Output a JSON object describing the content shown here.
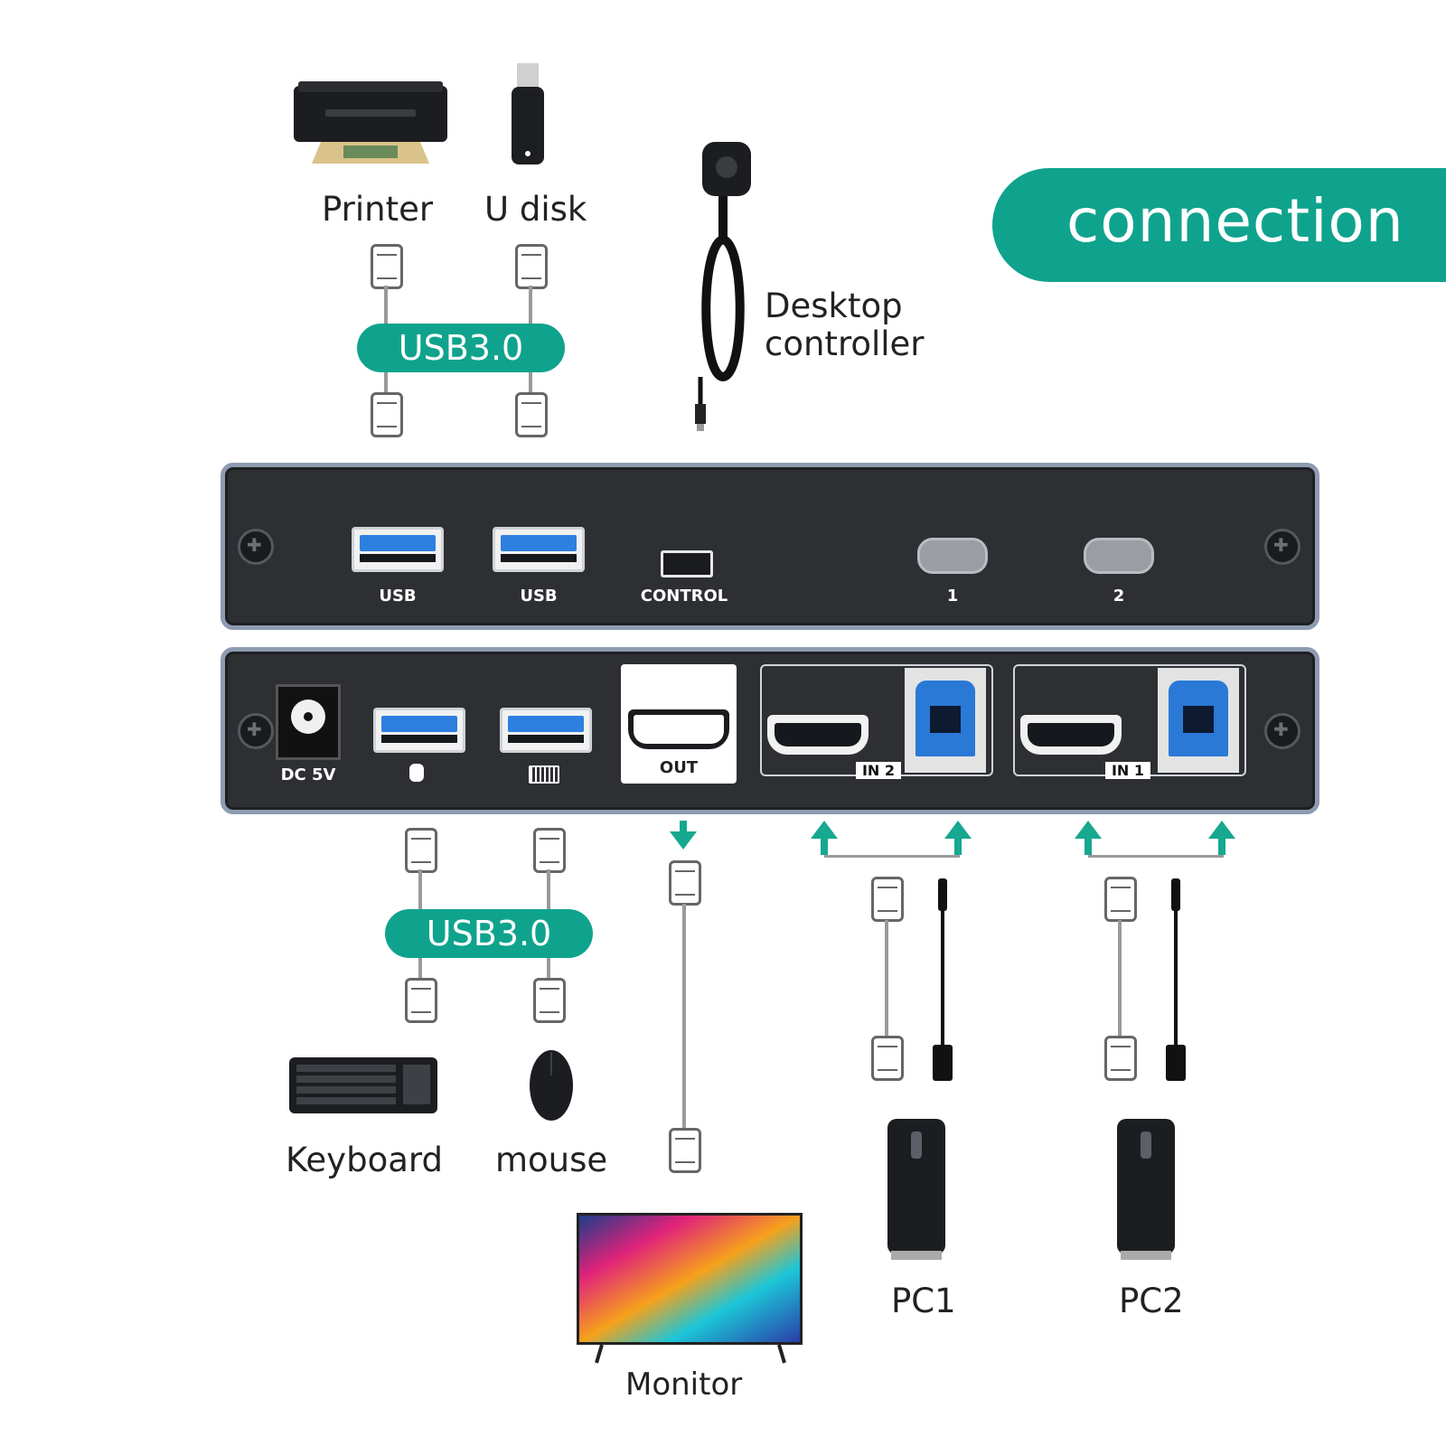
{
  "banner": {
    "title": "connection"
  },
  "top_devices": {
    "printer": "Printer",
    "udisk": "U disk",
    "desktop_controller": "Desktop\ncontroller",
    "usb_badge": "USB3.0"
  },
  "front_panel": {
    "usb1": "USB",
    "usb2": "USB",
    "control": "CONTROL",
    "button1": "1",
    "button2": "2"
  },
  "rear_panel": {
    "dc": "DC 5V",
    "out": "OUT",
    "in2": "IN 2",
    "in1": "IN 1",
    "mouse_icon": "mouse-icon",
    "keyboard_icon": "keyboard-icon"
  },
  "bottom_devices": {
    "usb_badge": "USB3.0",
    "keyboard": "Keyboard",
    "mouse": "mouse",
    "monitor": "Monitor",
    "pc1": "PC1",
    "pc2": "PC2"
  },
  "colors": {
    "accent": "#0fa38d",
    "panel": "#2d2f33",
    "port_blue": "#2d7fe0"
  }
}
